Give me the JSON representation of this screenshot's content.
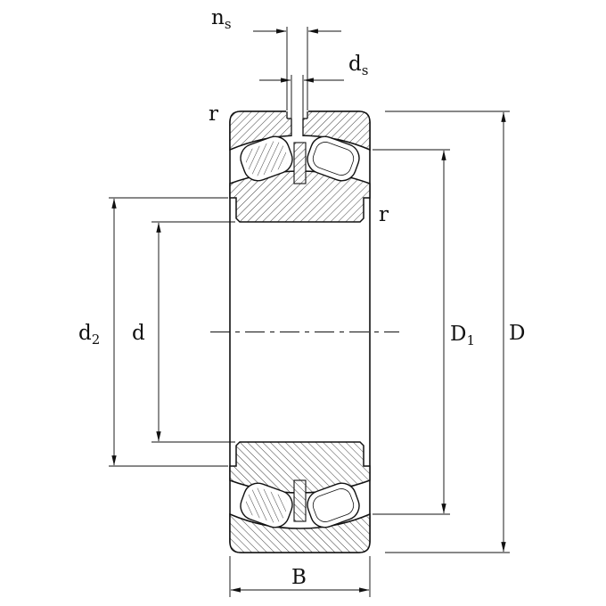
{
  "drawing": {
    "type": "spherical-roller-bearing-cross-section",
    "colors": {
      "line": "#111111",
      "background": "#ffffff"
    },
    "labels": {
      "ns": {
        "base": "n",
        "sub": "s"
      },
      "ds": {
        "base": "d",
        "sub": "s"
      },
      "r_top_left": "r",
      "r_inner_right": "r",
      "d2": {
        "base": "d",
        "sub": "2"
      },
      "d": "d",
      "D1": {
        "base": "D",
        "sub": "1"
      },
      "D": "D",
      "B": "B"
    }
  }
}
